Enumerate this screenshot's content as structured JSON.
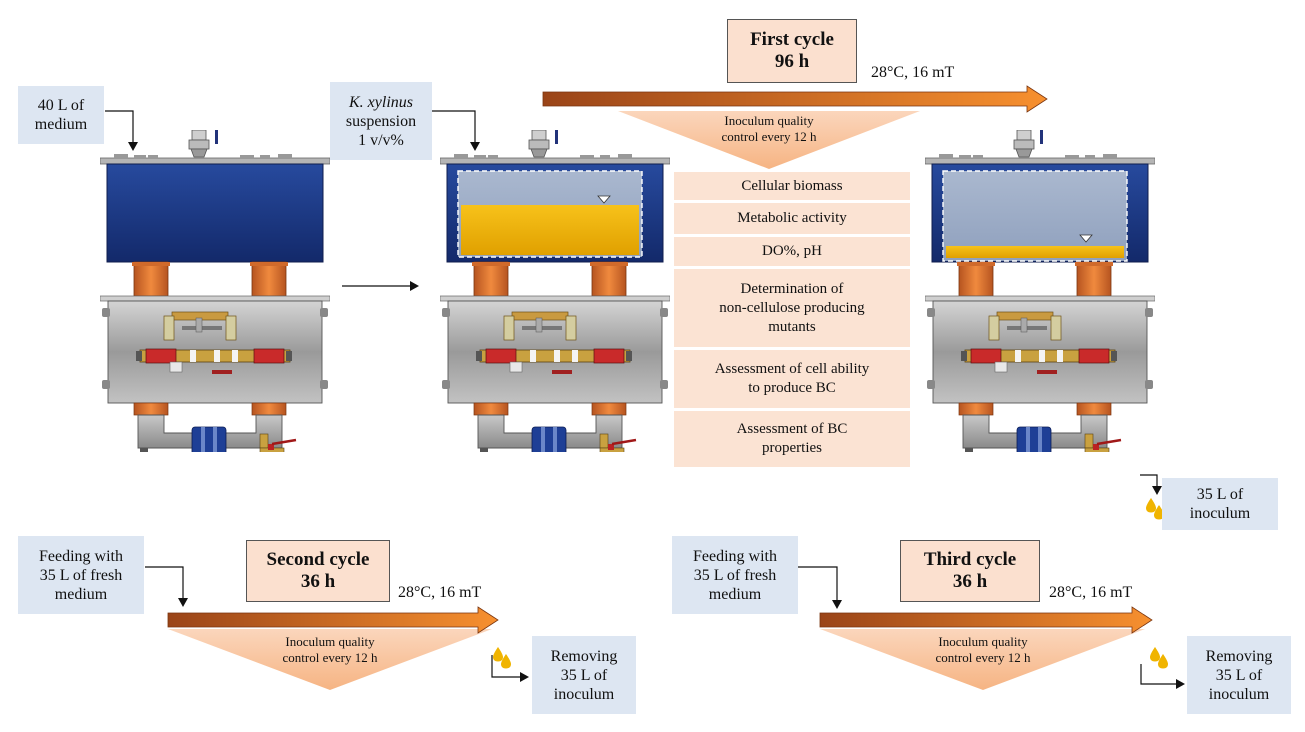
{
  "labels": {
    "medium_40": [
      "40 L of",
      "medium"
    ],
    "kx": [
      "K. xylinus",
      "suspension",
      "1 v/v%"
    ],
    "inoc_35": [
      "35 L of",
      "inoculum"
    ],
    "feed2": [
      "Feeding with",
      "35 L of fresh",
      "medium"
    ],
    "remove2": [
      "Removing",
      "35 L of",
      "inoculum"
    ],
    "feed3": [
      "Feeding with",
      "35 L of fresh",
      "medium"
    ],
    "remove3": [
      "Removing",
      "35 L of",
      "inoculum"
    ]
  },
  "cycles": {
    "first": [
      "First cycle",
      "96 h"
    ],
    "second": [
      "Second cycle",
      "36 h"
    ],
    "third": [
      "Third cycle",
      "36 h"
    ]
  },
  "conditions": "28°C, 16 mT",
  "quality_note": [
    "Inoculum quality",
    "control every 12 h"
  ],
  "qc_items": [
    [
      "Cellular biomass"
    ],
    [
      "Metabolic activity"
    ],
    [
      "DO%, pH"
    ],
    [
      "Determination of",
      "non-cellulose producing",
      "mutants"
    ],
    [
      "Assessment of cell ability",
      "to produce BC"
    ],
    [
      "Assessment of BC",
      "properties"
    ]
  ],
  "colors": {
    "label_bg": "#dde6f2",
    "cycle_bg": "#fbe0cf",
    "qc_bg": "#fbe3d3",
    "tank_blue": "#1f3d8c",
    "medium_yellow": "#f0b400",
    "arrow_dark": "#a2481a",
    "arrow_light": "#f2842d"
  },
  "icons": [
    "bioreactor-icon",
    "drop-icon",
    "arrow-right-icon"
  ]
}
